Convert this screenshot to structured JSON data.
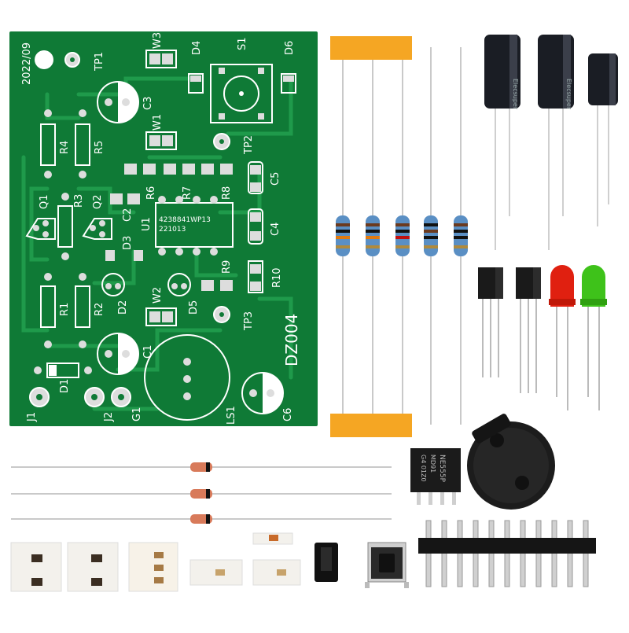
{
  "pcb": {
    "date": "2022/09",
    "board_name": "DZ004",
    "ic_line1": "4238841WP13",
    "ic_line2": "221013",
    "labels": {
      "tp1": "TP1",
      "w3": "W3",
      "d4": "D4",
      "s1": "S1",
      "d6": "D6",
      "c3": "C3",
      "r4": "R4",
      "r5": "R5",
      "w1": "W1",
      "tp2": "TP2",
      "c5": "C5",
      "r6": "R6",
      "r7": "R7",
      "r8": "R8",
      "q1": "Q1",
      "r3": "R3",
      "q2": "Q2",
      "c2": "C2",
      "d3": "D3",
      "u1": "U1",
      "c4": "C4",
      "r1": "R1",
      "r2": "R2",
      "d2": "D2",
      "w2": "W2",
      "d5": "D5",
      "r9": "R9",
      "r10": "R10",
      "tp3": "TP3",
      "c1": "C1",
      "d1": "D1",
      "j1": "J1",
      "j2": "J2",
      "g1": "G1",
      "ls1": "LS1",
      "c6": "C6"
    }
  },
  "ic_chip": {
    "line1": "NE555P",
    "line2": "MD91",
    "line3": "G4 01Z0"
  },
  "capacitor_brand": "Elecsuper",
  "colors": {
    "pcb": "#0f7a36",
    "pcb_trace": "#1f9a4b",
    "silk": "#ffffff",
    "pad": "#d9d9d9",
    "tape": "#f5a623",
    "led_red": "#e02010",
    "led_green": "#3ec21a",
    "cap_body": "#1a1d24",
    "resistor_body": "#5a8fc4"
  }
}
